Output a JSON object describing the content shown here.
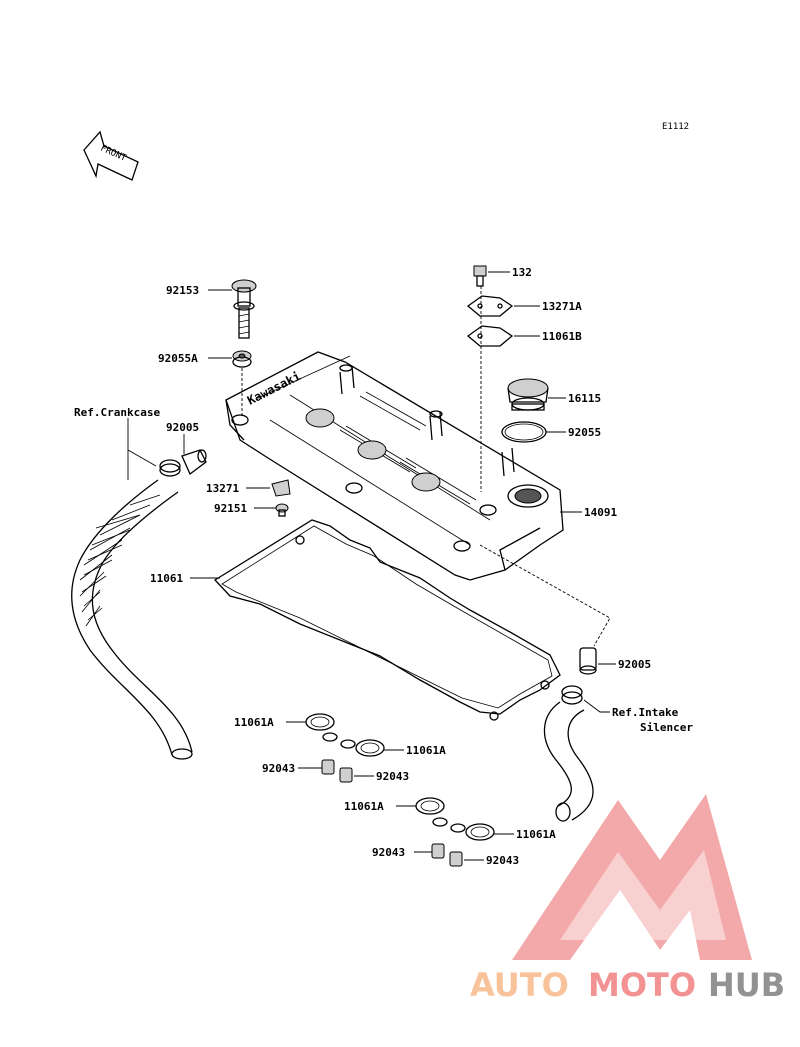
{
  "diagram": {
    "code": "E1112",
    "front_label": "FRONT",
    "brand_text": "Kawasaki",
    "labels": {
      "p92153": "92153",
      "p92055A": "92055A",
      "ref_crankcase": "Ref.Crankcase",
      "p92005_left": "92005",
      "p13271": "13271",
      "p92151": "92151",
      "p11061": "11061",
      "p132": "132",
      "p13271A": "13271A",
      "p11061B": "11061B",
      "p16115": "16115",
      "p92055": "92055",
      "p14091": "14091",
      "p92005_right": "92005",
      "ref_intake_1": "Ref.Intake",
      "ref_intake_2": "Silencer",
      "p11061A_a": "11061A",
      "p11061A_b": "11061A",
      "p92043_a": "92043",
      "p92043_b": "92043",
      "p11061A_c": "11061A",
      "p11061A_d": "11061A",
      "p92043_c": "92043",
      "p92043_d": "92043"
    }
  },
  "watermark": {
    "part1": "AUTO",
    "part2": "MOTO",
    "part3": "HUB",
    "color_light": "#f7b98a",
    "color_red": "#f08080",
    "color_gray": "#808080"
  }
}
